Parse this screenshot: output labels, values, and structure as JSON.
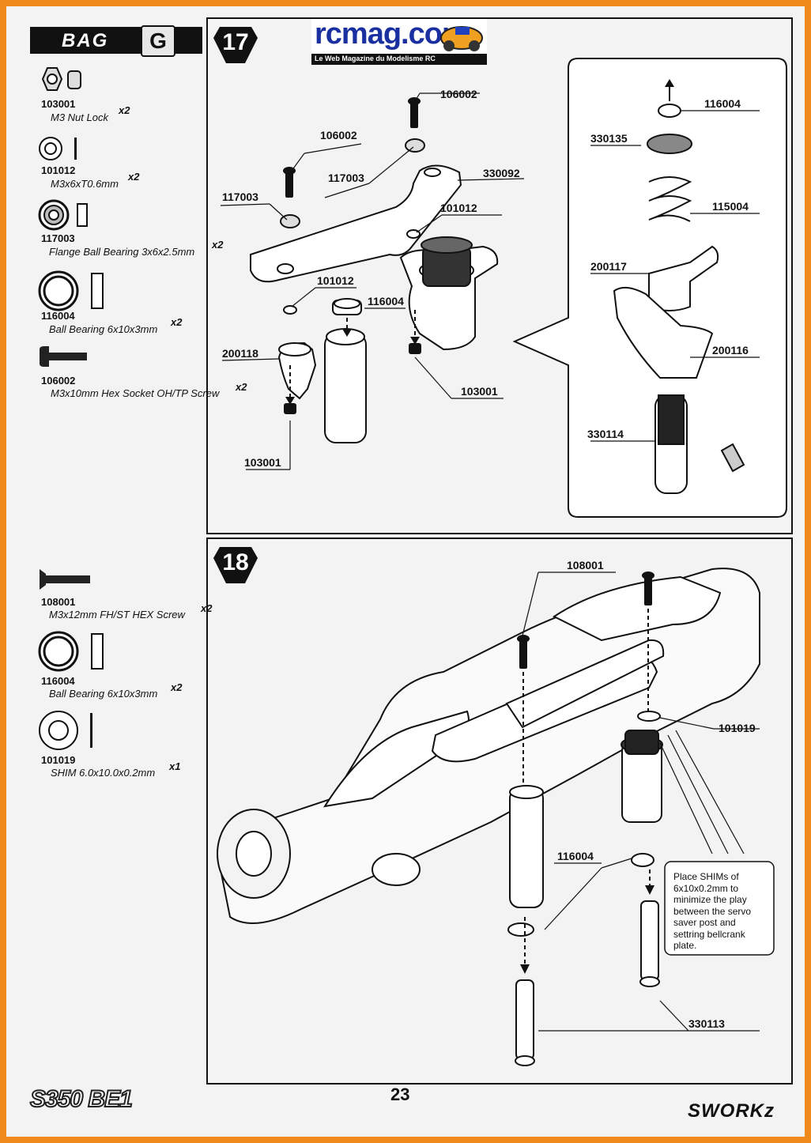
{
  "header": {
    "bag_word": "BAG",
    "bag_letter": "G",
    "brand_main": "rcmag.com",
    "brand_tagline": "Le Web Magazine du Modelisme RC"
  },
  "sidebar_top": [
    {
      "code": "103001",
      "desc": "M3 Nut Lock",
      "qty": "x2"
    },
    {
      "code": "101012",
      "desc": "M3x6xT0.6mm",
      "qty": "x2"
    },
    {
      "code": "117003",
      "desc": "Flange Ball Bearing 3x6x2.5mm",
      "qty": "x2"
    },
    {
      "code": "116004",
      "desc": "Ball Bearing 6x10x3mm",
      "qty": "x2"
    },
    {
      "code": "106002",
      "desc": "M3x10mm Hex Socket OH/TP Screw",
      "qty": "x2"
    }
  ],
  "sidebar_bottom": [
    {
      "code": "108001",
      "desc": "M3x12mm FH/ST HEX Screw",
      "qty": "x2"
    },
    {
      "code": "116004",
      "desc": "Ball Bearing 6x10x3mm",
      "qty": "x2"
    },
    {
      "code": "101019",
      "desc": "SHIM 6.0x10.0x0.2mm",
      "qty": "x1"
    }
  ],
  "step17": {
    "number": "17",
    "labels": [
      "106002",
      "106002",
      "117003",
      "330092",
      "117003",
      "101012",
      "101012",
      "116004",
      "200118",
      "103001",
      "103001"
    ],
    "inset_labels": [
      "116004",
      "330135",
      "115004",
      "200117",
      "200116",
      "330114"
    ]
  },
  "step18": {
    "number": "18",
    "labels": [
      "108001",
      "101019",
      "116004",
      "330113"
    ],
    "note": "Place SHIMs of 6x10x0.2mm to minimize the play between the servo saver post and settring bellcrank plate."
  },
  "footer": {
    "page_number": "23",
    "model_logo": "S350 BE1",
    "brand_logo": "SWORKz"
  }
}
